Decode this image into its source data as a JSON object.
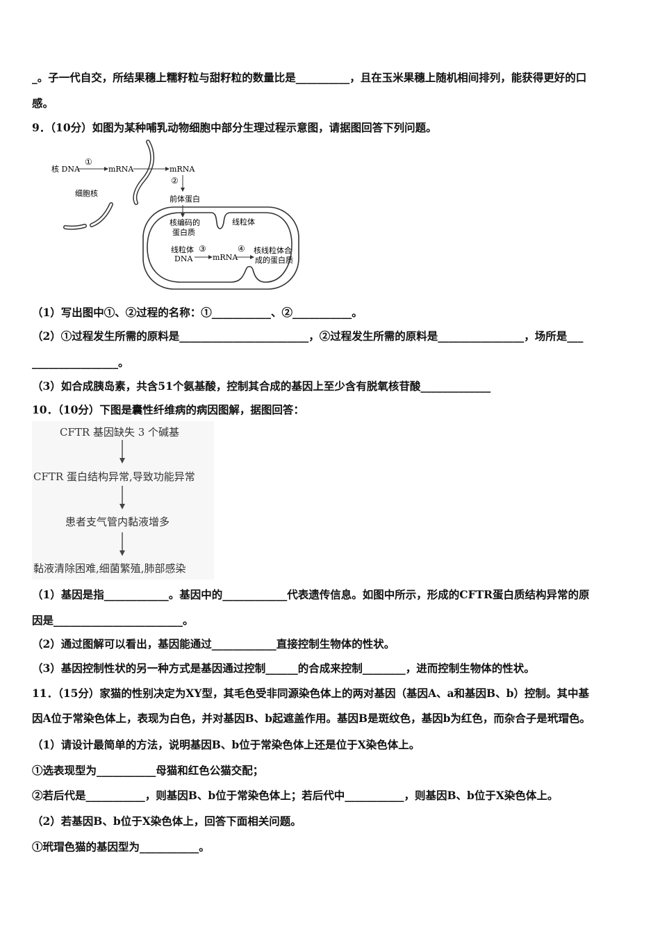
{
  "lines": {
    "l1": "_。子一代自交，所结果穗上糯籽粒与甜籽粒的数量比是__________，且在玉米果穗上随机相间排列，能获得更好的口",
    "l2": "感。",
    "q9": "9．（10分）如图为某种哺乳动物细胞中部分生理过程示意图，请据图回答下列问题。",
    "q9_1": "（1）写出图中①、②过程的名称：①___________、②___________。",
    "q9_2": "（2）①过程发生所需的原料是________________________，②过程发生所需的原料是________________，场所是___",
    "q9_2b": "________________。",
    "q9_3": "（3）如合成胰岛素，共含51个氨基酸，控制其合成的基因上至少含有脱氧核苷酸_____________",
    "q10": "10．（10分）下图是囊性纤维病的病因图解，据图回答：",
    "q10_1": "（1）基因是指____________。基因中的____________代表遗传信息。如图中所示，形成的CFTR蛋白质结构异常的原",
    "q10_1b": "因是________________________。",
    "q10_2": "（2）通过图解可以看出，基因能通过____________直接控制生物体的性状。",
    "q10_3": "（3）基因控制性状的另一种方式是基因通过控制______的合成来控制________，进而控制生物体的性状。",
    "q11": "11．（15分）家猫的性别决定为XY型，其毛色受非同源染色体上的两对基因（基因A、a和基因B、b）控制。其中基",
    "q11b": "因A位于常染色体上，表现为白色，并对基因B、b起遮盖作用。基因B是斑纹色，基因b为红色，而杂合子是玳瑁色。",
    "q11_1": "（1）请设计最简单的方法，说明基因B、b位于常染色体上还是位于X染色体上。",
    "q11_1a": "①选表现型为___________母猫和红色公猫交配；",
    "q11_1b": "②若后代是___________，则基因B、b位于常染色体上；若后代中___________，则基因B、b位于X染色体上。",
    "q11_2": "（2）若基因B、b位于X染色体上，回答下面相关问题。",
    "q11_2a": "①玳瑁色猫的基因型为___________。"
  },
  "figure9": {
    "nuclear_dna": "核 DNA",
    "step1": "①",
    "mrna1": "mRNA",
    "mrna2": "mRNA",
    "step2": "②",
    "nucleus": "细胞核",
    "precursor": "前体蛋白",
    "nuclear_encoded_1": "核编码的",
    "nuclear_encoded_2": "蛋白质",
    "mitochondrion": "线粒体",
    "mt_dna_1": "线粒体",
    "mt_dna_2": "DNA",
    "step3": "③",
    "mrna3": "mRNA",
    "step4": "④",
    "product_1": "核线粒体合",
    "product_2": "成的蛋白质"
  },
  "figure10": {
    "box1": "CFTR 基因缺失 3 个碱基",
    "box2": "CFTR 蛋白结构异常,导致功能异常",
    "box3": "患者支气管内黏液增多",
    "box4": "黏液清除困难,细菌繁殖,肺部感染"
  }
}
